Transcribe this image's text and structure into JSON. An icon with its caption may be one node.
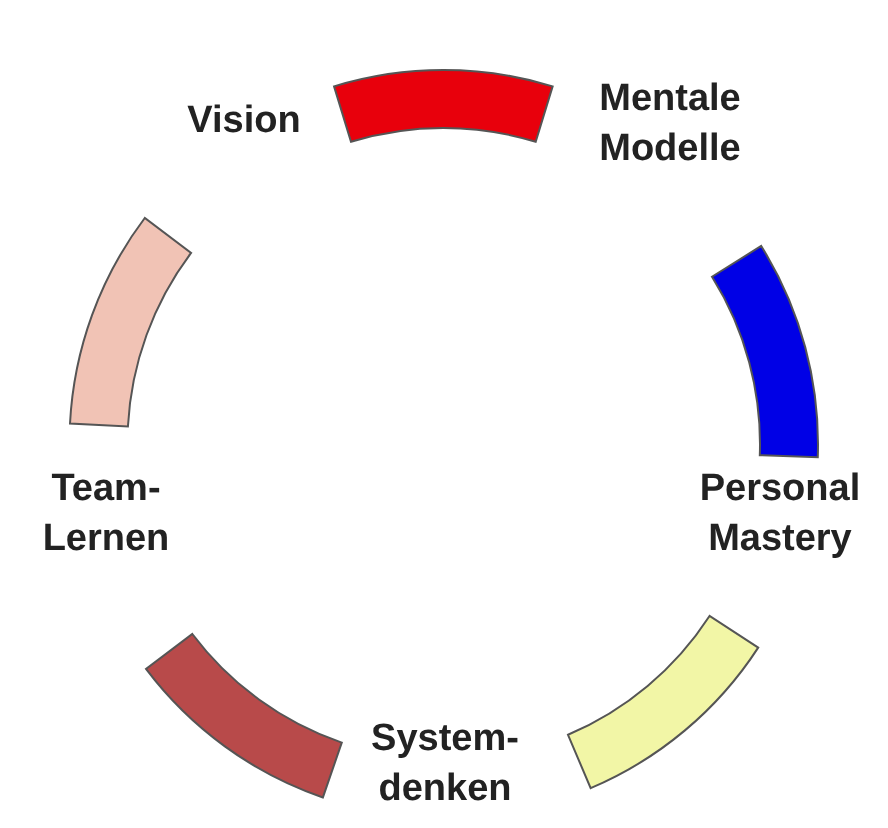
{
  "diagram": {
    "nodes": [
      {
        "text": [
          "Vision"
        ]
      },
      {
        "text": [
          "Mentale Modelle"
        ]
      },
      {
        "text": [
          "Personal Mastery"
        ]
      },
      {
        "text": [
          "System-denken"
        ]
      },
      {
        "text": [
          "Team-Lernen"
        ]
      }
    ]
  }
}
